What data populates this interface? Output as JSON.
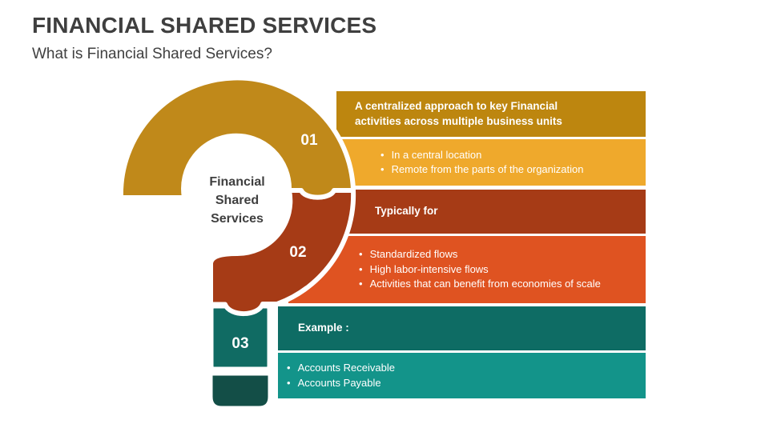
{
  "slide": {
    "title": "FINANCIAL SHARED SERVICES",
    "subtitle": "What is Financial Shared Services?",
    "title_color": "#3F3F3F",
    "background": "#FFFFFF"
  },
  "question_mark": {
    "center_label": {
      "line1": "Financial",
      "line2": "Shared",
      "line3": "Services"
    },
    "center_text_color": "#3F3F3F",
    "outline_color": "#FFFFFF",
    "segments": [
      {
        "number": "01",
        "color": "#C0891A"
      },
      {
        "number": "02",
        "color": "#A63B16"
      },
      {
        "number": "03",
        "color": "#106B63"
      }
    ],
    "dot_color": "#134E47"
  },
  "blocks": [
    {
      "header": "A centralized approach to key Financial activities across multiple business units",
      "header_color": "#BD860F",
      "body_color": "#EFA92C",
      "bullets": [
        "In a central location",
        "Remote from the parts of the organization"
      ]
    },
    {
      "header": "Typically for",
      "header_color": "#A63B16",
      "body_color": "#DF5321",
      "bullets": [
        "Standardized flows",
        "High labor-intensive flows",
        "Activities that can benefit from economies of scale"
      ]
    },
    {
      "header": "Example :",
      "header_color": "#0E6C64",
      "body_color": "#13948A",
      "bullets": [
        "Accounts Receivable",
        "Accounts Payable"
      ]
    }
  ],
  "bullet_glyph": "•"
}
